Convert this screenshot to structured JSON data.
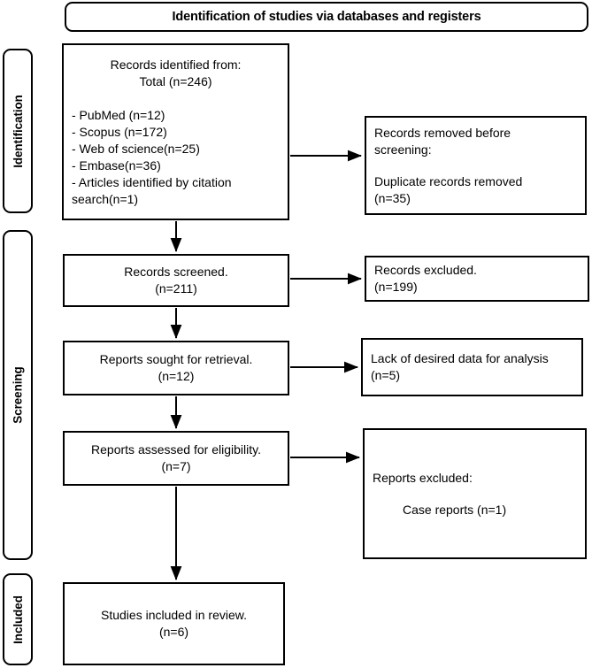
{
  "header": {
    "title": "Identification of studies via databases and registers"
  },
  "stages": [
    {
      "label": "Identification"
    },
    {
      "label": "Screening"
    },
    {
      "label": "Included"
    }
  ],
  "flow": {
    "identified": {
      "heading_line1": "Records identified from:",
      "heading_line2": "Total (n=246)",
      "sources": [
        "- PubMed (n=12)",
        "- Scopus (n=172)",
        "- Web of science(n=25)",
        "- Embase(n=36)",
        "- Articles identified by citation search(n=1)"
      ]
    },
    "removed": {
      "line1": "Records removed before",
      "line2": "screening:",
      "line3": "Duplicate records removed",
      "line4": "(n=35)"
    },
    "screened": {
      "line1": "Records screened.",
      "line2": "(n=211)"
    },
    "records_excluded": {
      "line1": "Records excluded.",
      "line2": "(n=199)"
    },
    "sought": {
      "line1": "Reports sought for retrieval.",
      "line2": "(n=12)"
    },
    "lack_of_data": {
      "line1": "Lack of desired data for analysis",
      "line2": "(n=5)"
    },
    "assessed": {
      "line1": "Reports assessed for eligibility.",
      "line2": "(n=7)"
    },
    "reports_excluded": {
      "line1": "Reports excluded:",
      "line2": "Case reports (n=1)"
    },
    "included": {
      "line1": "Studies included in review.",
      "line2": "(n=6)"
    }
  },
  "colors": {
    "stroke": "#000000",
    "background": "#ffffff",
    "text": "#000000"
  }
}
